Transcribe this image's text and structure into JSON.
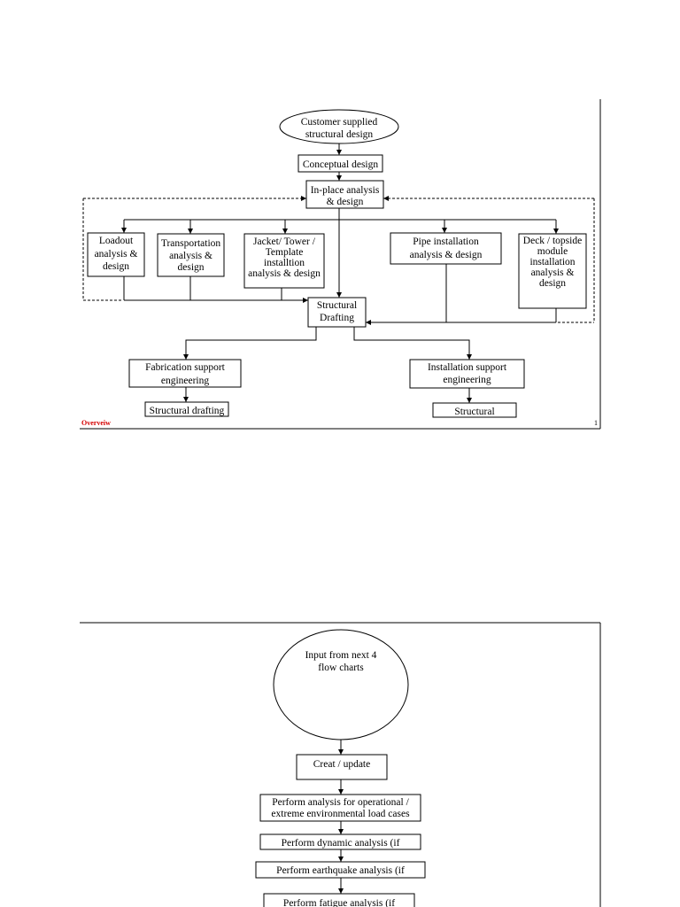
{
  "page1": {
    "nodes": {
      "customer": [
        "Customer supplied",
        "structural design"
      ],
      "conceptual": [
        "Conceptual design"
      ],
      "inplace": [
        "In-place analysis",
        "& design"
      ],
      "loadout": [
        "Loadout",
        "analysis &",
        "design"
      ],
      "transportation": [
        "Transportation",
        "analysis &",
        "design"
      ],
      "jacket": [
        "Jacket/ Tower /",
        "Template",
        "installtion",
        "analysis & design"
      ],
      "pipe": [
        "Pipe installation",
        "analysis & design"
      ],
      "deck": [
        "Deck / topside",
        "module",
        "installation",
        "analysis &",
        "design"
      ],
      "drafting": [
        "Structural",
        "Drafting"
      ],
      "fabrication": [
        "Fabrication support",
        "engineering"
      ],
      "installation": [
        "Installation support",
        "engineering"
      ],
      "fab_drafting": [
        "Structural drafting"
      ],
      "inst_structural": [
        "Structural"
      ]
    },
    "footer_label": "Overveiw",
    "page_number": "1"
  },
  "page2": {
    "nodes": {
      "input": [
        "Input from next 4",
        "flow charts"
      ],
      "create": [
        "Creat / update"
      ],
      "operational": [
        "Perform analysis for operational /",
        "extreme environmental load cases"
      ],
      "dynamic": [
        "Perform dynamic analysis (if"
      ],
      "earthquake": [
        "Perform earthquake analysis (if"
      ],
      "fatigue": [
        "Perform fatigue analysis (if"
      ]
    }
  },
  "colors": {
    "footer_label": "#d40000",
    "line": "#000000"
  }
}
